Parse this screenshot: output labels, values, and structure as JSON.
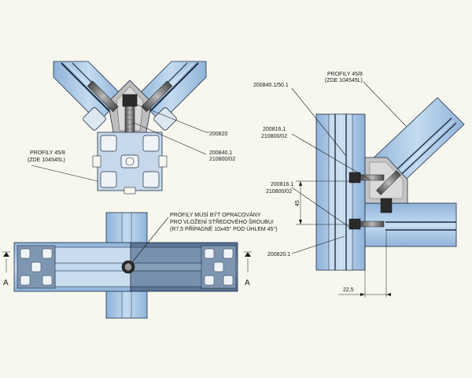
{
  "top_view": {
    "label_part_1": "200820",
    "label_part_2": "200840.1",
    "label_part_3": "210800/02",
    "profile_line1": "PROFILY 45/8",
    "profile_line2": "(ZDE 104545L)"
  },
  "front_view": {
    "note_line1": "PROFILY MUSÍ BÝT OPRACOVÁNY",
    "note_line2": "PRO VLOŽENÍ STŘEDOVÉHO ŠROUBU!",
    "note_line3": "(R7,5 PŘÍPADNĚ 10x45° POD ÚHLEM 45°)",
    "section_letter_left": "A",
    "section_letter_right": "A"
  },
  "side_view": {
    "label_top": "200840.1/50.1",
    "profile_line1": "PROFILY 45/8",
    "profile_line2": "(ZDE 104545L)",
    "label_a1": "200816.1",
    "label_a2": "210800/02",
    "label_b1": "200816.1",
    "label_b2": "210800/02",
    "label_c": "200820.1",
    "dim_vertical": "45",
    "dim_horizontal": "22,5"
  }
}
